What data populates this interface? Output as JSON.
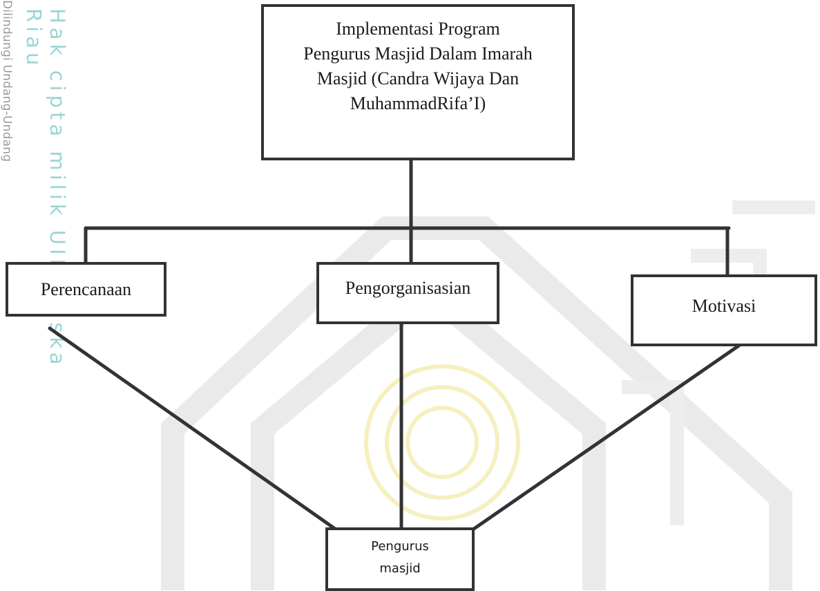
{
  "watermark": {
    "left_vertical_text": "Dilindungi Undang-Undang",
    "vertical_text": "Hak cipta milik UIN Suska Riau"
  },
  "diagram": {
    "top_box": "Implementasi Program Pengurus Masjid Dalam Imarah Masjid (Candra Wijaya Dan MuhammadRifa’I)",
    "nodes": {
      "perencanaan": "Perencanaan",
      "pengorganisasian": "Pengorganisasian",
      "motivasi": "Motivasi"
    },
    "bottom_box": {
      "line1": "Pengurus",
      "line2": "masjid"
    }
  },
  "colors": {
    "box_border": "#333333",
    "connector": "#333333",
    "watermark_green": "#cfe8d2",
    "watermark_yellow": "#f6efbf"
  }
}
